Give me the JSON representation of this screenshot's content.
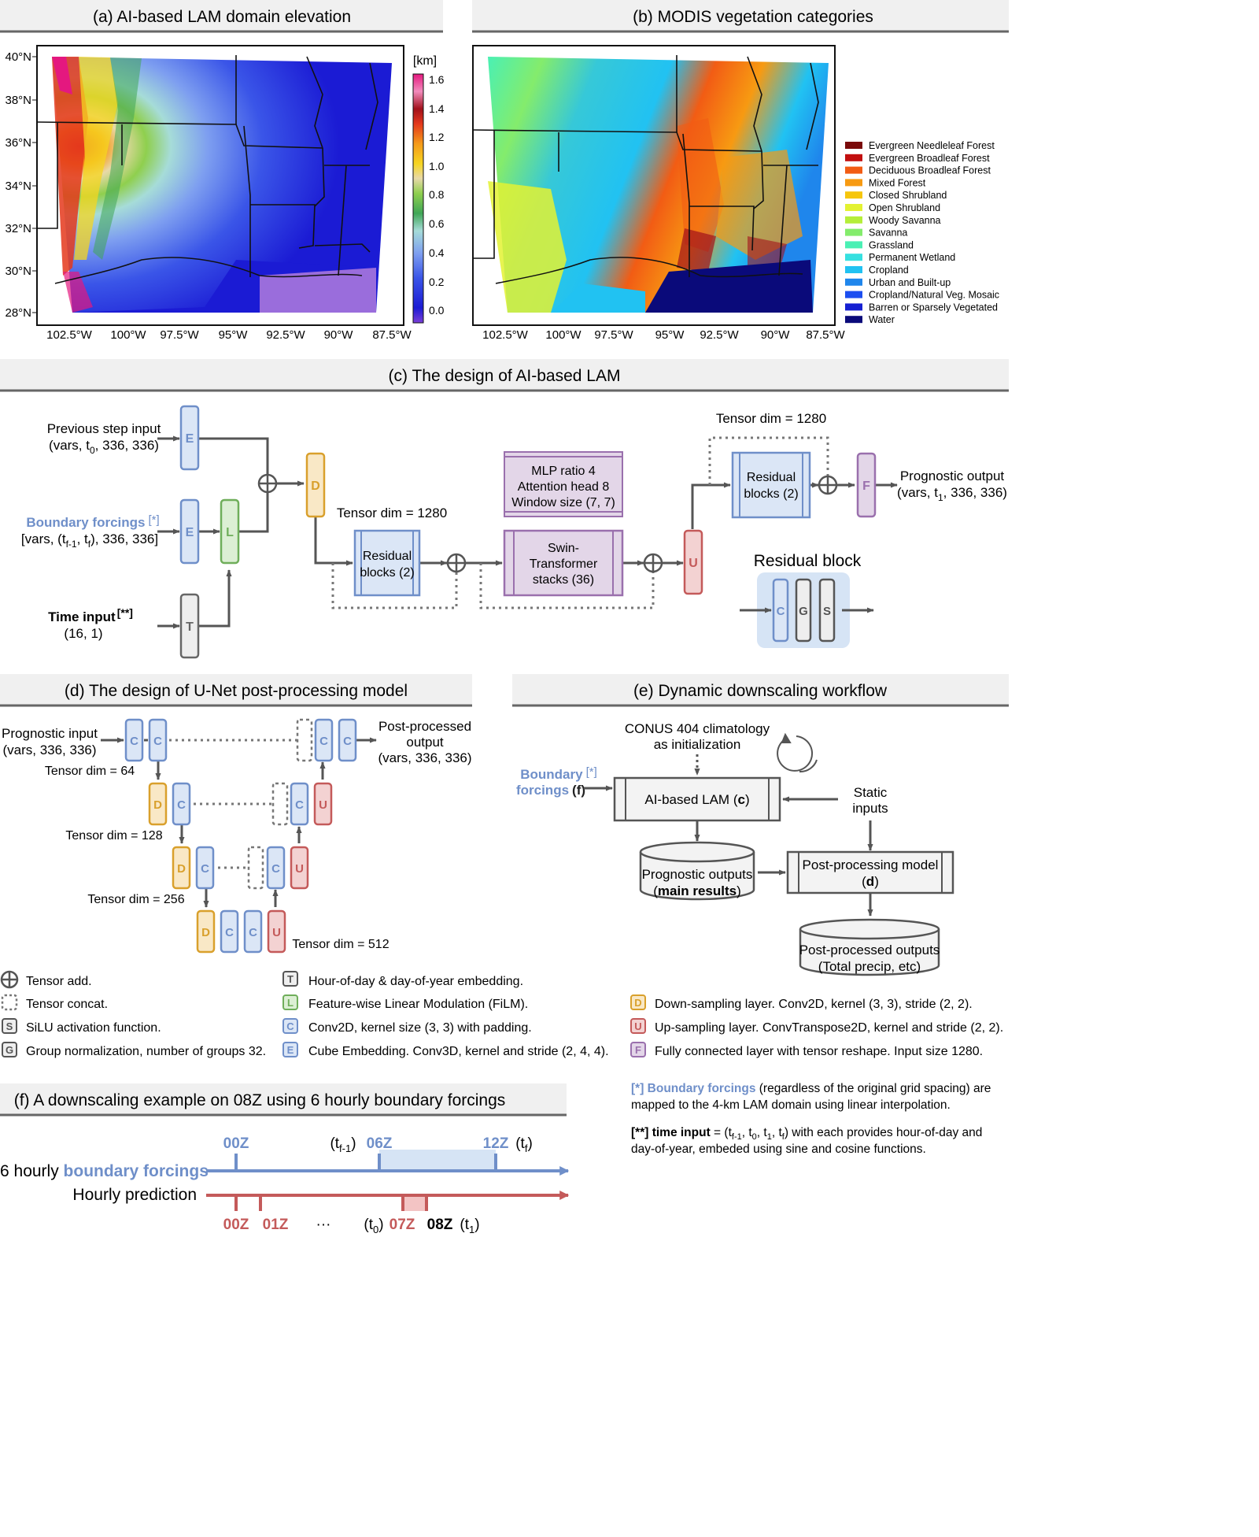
{
  "panels": {
    "a_title": "(a) AI-based LAM domain elevation",
    "b_title": "(b) MODIS vegetation categories",
    "c_title": "(c) The design of AI-based LAM",
    "d_title": "(d) The design of U-Net post-processing model",
    "e_title": "(e) Dynamic downscaling workflow",
    "f_title": "(f) A downscaling example on 08Z using 6 hourly boundary forcings"
  },
  "map": {
    "lat_labels": [
      "40°N",
      "38°N",
      "36°N",
      "34°N",
      "32°N",
      "30°N",
      "28°N"
    ],
    "lon_labels": [
      "102.5°W",
      "100°W",
      "97.5°W",
      "95°W",
      "92.5°W",
      "90°W",
      "87.5°W"
    ],
    "colorbar_unit": "[km]",
    "colorbar_ticks": [
      "1.6",
      "1.4",
      "1.2",
      "1.0",
      "0.8",
      "0.6",
      "0.4",
      "0.2",
      "0.0"
    ],
    "elevation_colors": [
      "#7b3fd8",
      "#1b1bd4",
      "#3a55e8",
      "#7e9ff0",
      "#a6dcd8",
      "#3fa656",
      "#8fcf4e",
      "#e8d9a8",
      "#f6d520",
      "#f59a1a",
      "#e4381c",
      "#a1111b",
      "#f28cbd",
      "#e4187f"
    ],
    "vegetation_legend": [
      {
        "label": "Evergreen Needleleaf Forest",
        "color": "#7a0a0a"
      },
      {
        "label": "Evergreen Broadleaf Forest",
        "color": "#c20f0f"
      },
      {
        "label": "Deciduous Broadleaf Forest",
        "color": "#f25c14"
      },
      {
        "label": "Mixed Forest",
        "color": "#f79a12"
      },
      {
        "label": "Closed Shrubland",
        "color": "#f6c60c"
      },
      {
        "label": "Open Shrubland",
        "color": "#e3f232"
      },
      {
        "label": "Woody Savanna",
        "color": "#b5ee3a"
      },
      {
        "label": "Savanna",
        "color": "#84ec6c"
      },
      {
        "label": "Grassland",
        "color": "#4af0b4"
      },
      {
        "label": "Permanent Wetland",
        "color": "#36e0e0"
      },
      {
        "label": "Cropland",
        "color": "#21c2f2"
      },
      {
        "label": "Urban and Built-up",
        "color": "#1f86ec"
      },
      {
        "label": "Cropland/Natural Veg. Mosaic",
        "color": "#1c4ef0"
      },
      {
        "label": "Barren or Sparsely Vegetated",
        "color": "#1620d2"
      },
      {
        "label": "Water",
        "color": "#0a0a7a"
      }
    ]
  },
  "c": {
    "prev_input_1": "Previous step input",
    "prev_input_2": "(vars, t",
    "prev_input_2_sub": "0",
    "prev_input_2_tail": ", 336, 336)",
    "boundary_label": "Boundary forcings",
    "boundary_star": "[*]",
    "boundary_dims_a": "[vars, (t",
    "boundary_dims_sub1": "f-1",
    "boundary_dims_b": ", t",
    "boundary_dims_sub2": "f",
    "boundary_dims_c": "), 336, 336]",
    "time_label": "Time input",
    "time_star": "[**]",
    "time_dims": "(16, 1)",
    "tensor_dim_mid": "Tensor dim = 1280",
    "tensor_dim_top": "Tensor dim = 1280",
    "residual_blocks": [
      "Residual",
      "blocks (2)"
    ],
    "swin": [
      "Swin-",
      "Transformer",
      "stacks (36)"
    ],
    "mlp_box": [
      "MLP ratio 4",
      "Attention head 8",
      "Window size (7, 7)"
    ],
    "prog_out_1": "Prognostic output",
    "prog_out_2a": "(vars, t",
    "prog_out_2sub": "1",
    "prog_out_2b": ", 336, 336)",
    "residual_block_title": "Residual block",
    "letters": {
      "E": "E",
      "L": "L",
      "T": "T",
      "D": "D",
      "U": "U",
      "F": "F",
      "C": "C",
      "G": "G",
      "S": "S"
    }
  },
  "d": {
    "input_1": "Prognostic input",
    "input_2": "(vars, 336, 336)",
    "output_1": "Post-processed",
    "output_2": "output",
    "output_3": "(vars, 336, 336)",
    "dim_64": "Tensor dim = 64",
    "dim_128": "Tensor dim = 128",
    "dim_256": "Tensor dim = 256",
    "dim_512": "Tensor dim = 512"
  },
  "e": {
    "conus_1": "CONUS 404 climatology",
    "conus_2": "as initialization",
    "boundary_1": "Boundary",
    "boundary_star": "[*]",
    "boundary_2": "forcings",
    "boundary_f": "(f)",
    "lam_box": "AI-based LAM (",
    "lam_box_c": "c",
    "lam_box_end": ")",
    "static_1": "Static",
    "static_2": "inputs",
    "prog_outputs_1": "Prognostic outputs",
    "prog_outputs_2a": "(",
    "prog_outputs_2b": "main results",
    "prog_outputs_2c": ")",
    "pp_model_1": "Post-processing model",
    "pp_model_2a": "(",
    "pp_model_2b": "d",
    "pp_model_2c": ")",
    "pp_outputs_1": "Post-processed outputs",
    "pp_outputs_2": "(Total precip, etc)"
  },
  "legend": {
    "tensor_add": "Tensor add.",
    "tensor_concat": "Tensor concat.",
    "silu": "SiLU activation function.",
    "groupnorm": "Group normalization, number of groups 32.",
    "hour_emb": "Hour-of-day & day-of-year embedding.",
    "film": "Feature-wise Linear Modulation (FiLM).",
    "conv2d": "Conv2D, kernel size (3, 3) with padding.",
    "cube": "Cube Embedding. Conv3D, kernel and stride (2, 4, 4).",
    "down": "Down-sampling layer. Conv2D, kernel (3, 3), stride (2, 2).",
    "up": "Up-sampling layer. ConvTranspose2D, kernel and stride (2, 2).",
    "fc": "Fully connected layer with tensor reshape. Input size 1280."
  },
  "notes": {
    "n1_star": "[*] Boundary forcings",
    "n1_rest": " (regardless of the original grid spacing) are",
    "n1_line2": "mapped to the 4-km LAM domain using linear interpolation.",
    "n2_star": "[**] time input",
    "n2_eq": " = (t",
    "n2_sub1": "f-1",
    "n2_mid1": ", t",
    "n2_sub2": "0",
    "n2_mid2": ", t",
    "n2_sub3": "1",
    "n2_mid3": ", t",
    "n2_sub4": "f",
    "n2_rest": ") with each provides hour-of-day and",
    "n2_line2": "day-of-year, embeded using sine and cosine functions."
  },
  "f": {
    "row1_a": "6 hourly ",
    "row1_b": "boundary forcings",
    "row2": "Hourly prediction",
    "t00": "00Z",
    "t06": "06Z",
    "t12": "12Z",
    "tf1_a": "(t",
    "tf1_sub": "f-1",
    "tf1_b": ")",
    "tf_a": "(t",
    "tf_sub": "f",
    "tf_b": ")",
    "h00": "00Z",
    "h01": "01Z",
    "dots": "···",
    "t0_a": "(t",
    "t0_sub": "0",
    "t0_b": ")",
    "h07": "07Z",
    "h08": "08Z",
    "t1_a": "(t",
    "t1_sub": "1",
    "t1_b": ")"
  }
}
